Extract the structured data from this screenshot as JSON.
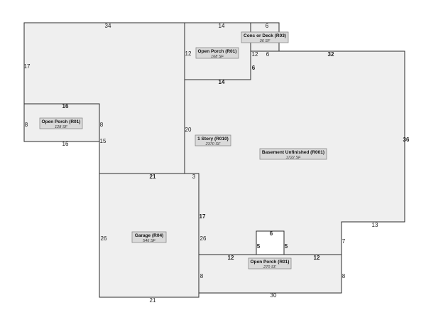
{
  "areas": {
    "conc_deck": {
      "name": "Conc or Deck (R03)",
      "area": "36 SF"
    },
    "porch_top": {
      "name": "Open Porch (R01)",
      "area": "168 SF"
    },
    "porch_left": {
      "name": "Open Porch (R01)",
      "area": "128 SF"
    },
    "story": {
      "name": "1 Story (R010)",
      "area": "2370 SF"
    },
    "basement": {
      "name": "Basement Unfinished (R001)",
      "area": "1722 SF"
    },
    "garage": {
      "name": "Garage (R04)",
      "area": "546 SF"
    },
    "porch_bottom": {
      "name": "Open Porch (R01)",
      "area": "270 SF"
    }
  },
  "dims": {
    "story_top": "34",
    "story_left": "17",
    "porch_top_top": "14",
    "porch_top_left": "12",
    "porch_top_bottom": "14",
    "porch_top_right": "6",
    "deck_top": "6",
    "deck_bottom": "6",
    "deck_left": "12",
    "base_top": "32",
    "base_right": "36",
    "base_step": "13",
    "base_step_v": "7",
    "porch_left_top": "16",
    "porch_left_left": "8",
    "porch_left_right": "8",
    "porch_left_bottom": "16",
    "story_notch_v": "15",
    "story_mid_v": "20",
    "garage_top": "21",
    "garage_corner": "3",
    "garage_left": "26",
    "garage_right": "26",
    "garage_bottom": "21",
    "right_v": "17",
    "porch_b_bump_top": "6",
    "porch_b_bump_left": "5",
    "porch_b_bump_right": "5",
    "porch_b_left_top": "12",
    "porch_b_right_top": "12",
    "porch_b_left": "8",
    "porch_b_right": "8",
    "porch_b_bottom": "30"
  }
}
